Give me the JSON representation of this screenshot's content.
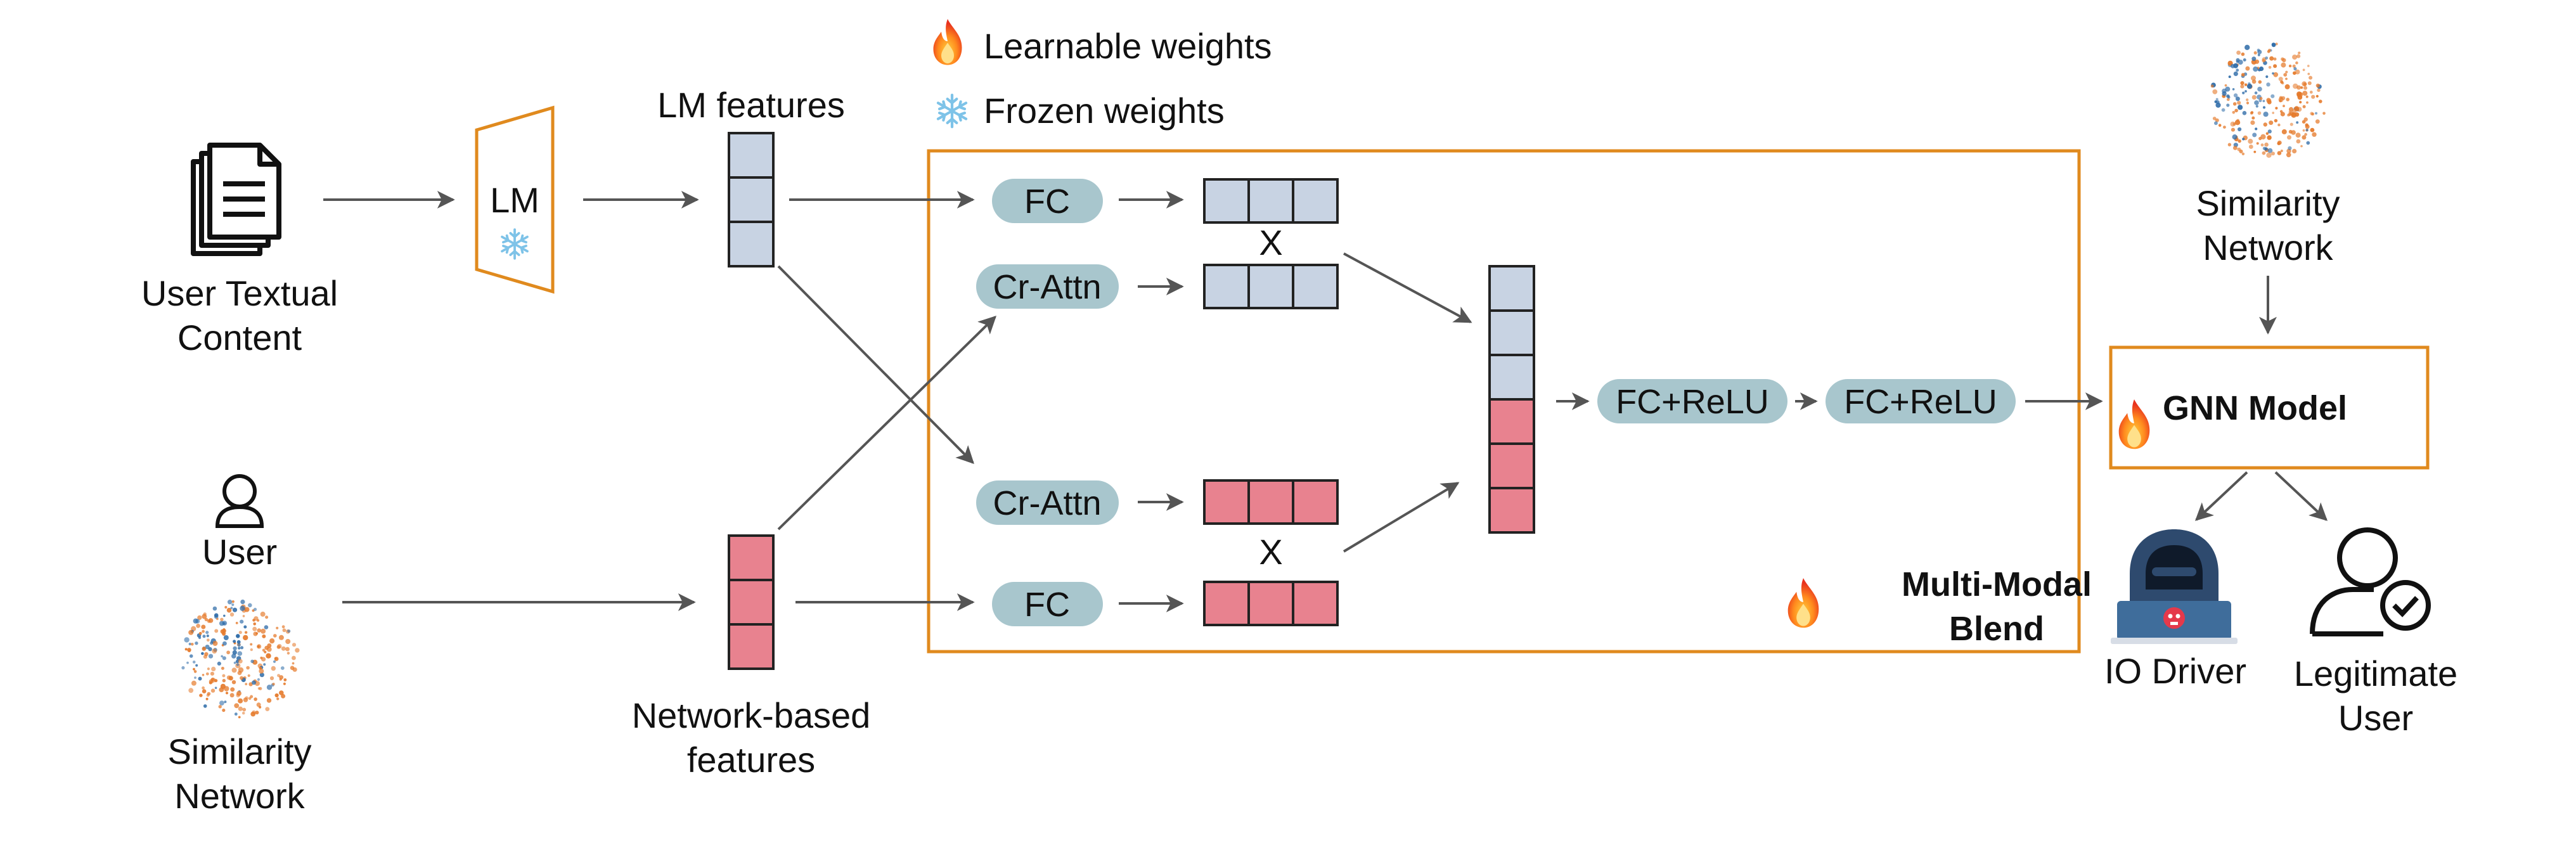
{
  "legend": {
    "learnable": "Learnable weights",
    "frozen": "Frozen weights"
  },
  "inputs": {
    "text_content": [
      "User Textual",
      "Content"
    ],
    "user": "User",
    "similarity_network": [
      "Similarity",
      "Network"
    ]
  },
  "lm": {
    "block": "LM",
    "features": "LM features"
  },
  "network_features": [
    "Network-based",
    "features"
  ],
  "blend": {
    "fc_top": "FC",
    "cr_attn_top": "Cr-Attn",
    "cr_attn_bottom": "Cr-Attn",
    "fc_bottom": "FC",
    "multiply_top": "X",
    "multiply_bottom": "X",
    "fc_relu_1": "FC+ReLU",
    "fc_relu_2": "FC+ReLU",
    "title": [
      "Multi-Modal",
      "Blend"
    ]
  },
  "gnn": {
    "title": "GNN Model",
    "similarity_network": [
      "Similarity",
      "Network"
    ]
  },
  "outputs": {
    "io_driver": "IO Driver",
    "legitimate_user": [
      "Legitimate",
      "User"
    ]
  },
  "colors": {
    "text_features": "#c8d3e3",
    "network_features": "#e8828f",
    "pill": "#a8c6cd",
    "frame": "#e08a1e",
    "cloud_blue": "#2f6ca8",
    "cloud_orange": "#e57a2b"
  }
}
